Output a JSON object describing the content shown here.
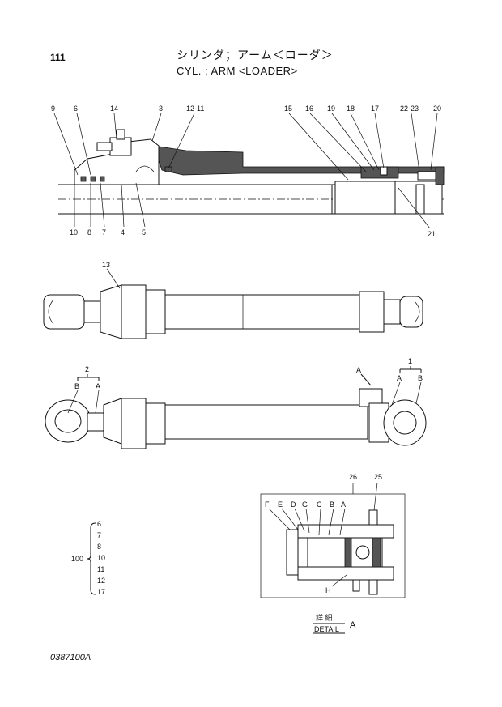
{
  "header": {
    "page_number": "111",
    "title_jp": "シリンダ；アーム＜ローダ＞",
    "title_en": "CYL. ; ARM <LOADER>"
  },
  "section_callouts": {
    "top_row": [
      "9",
      "6",
      "14",
      "3",
      "12-11",
      "15",
      "16",
      "19",
      "18",
      "17",
      "22-23",
      "20"
    ],
    "bottom_row": [
      "10",
      "8",
      "7",
      "4",
      "5",
      "21"
    ]
  },
  "middle_callouts": {
    "top_assembly": "13"
  },
  "lower_callouts": {
    "group_2": "2",
    "group_2_b": "B",
    "group_2_a": "A",
    "group_1": "1",
    "group_1_a": "A",
    "group_1_b": "B",
    "detail_pointer": "A"
  },
  "detail": {
    "callout_26": "26",
    "callout_25": "25",
    "letters": [
      "F",
      "E",
      "D",
      "G",
      "C",
      "B",
      "A"
    ],
    "letter_h": "H",
    "label_jp": "詳 細",
    "label_en": "DETAIL",
    "label_letter": "A"
  },
  "kit": {
    "number": "100",
    "items": [
      "6",
      "7",
      "8",
      "10",
      "11",
      "12",
      "17"
    ]
  },
  "footer": {
    "drawing_number": "0387100A"
  }
}
